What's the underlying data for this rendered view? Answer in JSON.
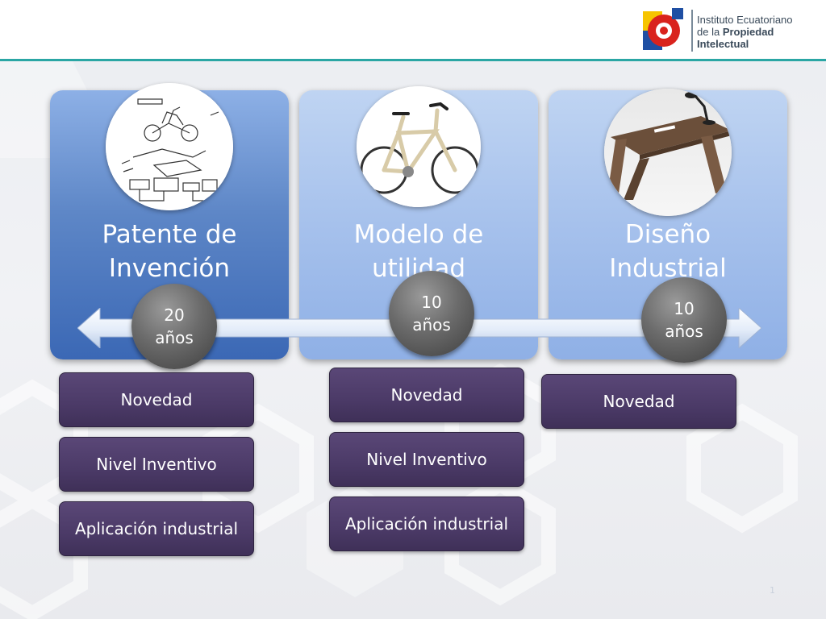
{
  "header": {
    "logo_line1": "Instituto Ecuatoriano",
    "logo_line2_prefix": "de la ",
    "logo_line2_bold": "Propiedad",
    "logo_line3": "Intelectual"
  },
  "columns": [
    {
      "title_line1": "Patente de",
      "title_line2": "Invención",
      "image_icon": "patent-drawing-icon",
      "duration_value": "20",
      "duration_unit": "años",
      "requirements": [
        "Novedad",
        "Nivel Inventivo",
        "Aplicación industrial"
      ]
    },
    {
      "title_line1": "Modelo de",
      "title_line2": "utilidad",
      "image_icon": "bicycle-icon",
      "duration_value": "10",
      "duration_unit": "años",
      "requirements": [
        "Novedad",
        "Nivel Inventivo",
        "Aplicación industrial"
      ]
    },
    {
      "title_line1": "Diseño",
      "title_line2": "Industrial",
      "image_icon": "desk-icon",
      "duration_value": "10",
      "duration_unit": "años",
      "requirements": [
        "Novedad"
      ]
    }
  ],
  "timeline": {
    "icon": "double-arrow-icon"
  },
  "footer": {
    "page_number": "1"
  },
  "colors": {
    "accent_line": "#2aa6a4",
    "panel_active": "#3b68b5",
    "panel_light": "#a6c1ec",
    "requirement_box": "#4b3a67",
    "badge": "#5a5a5a"
  }
}
